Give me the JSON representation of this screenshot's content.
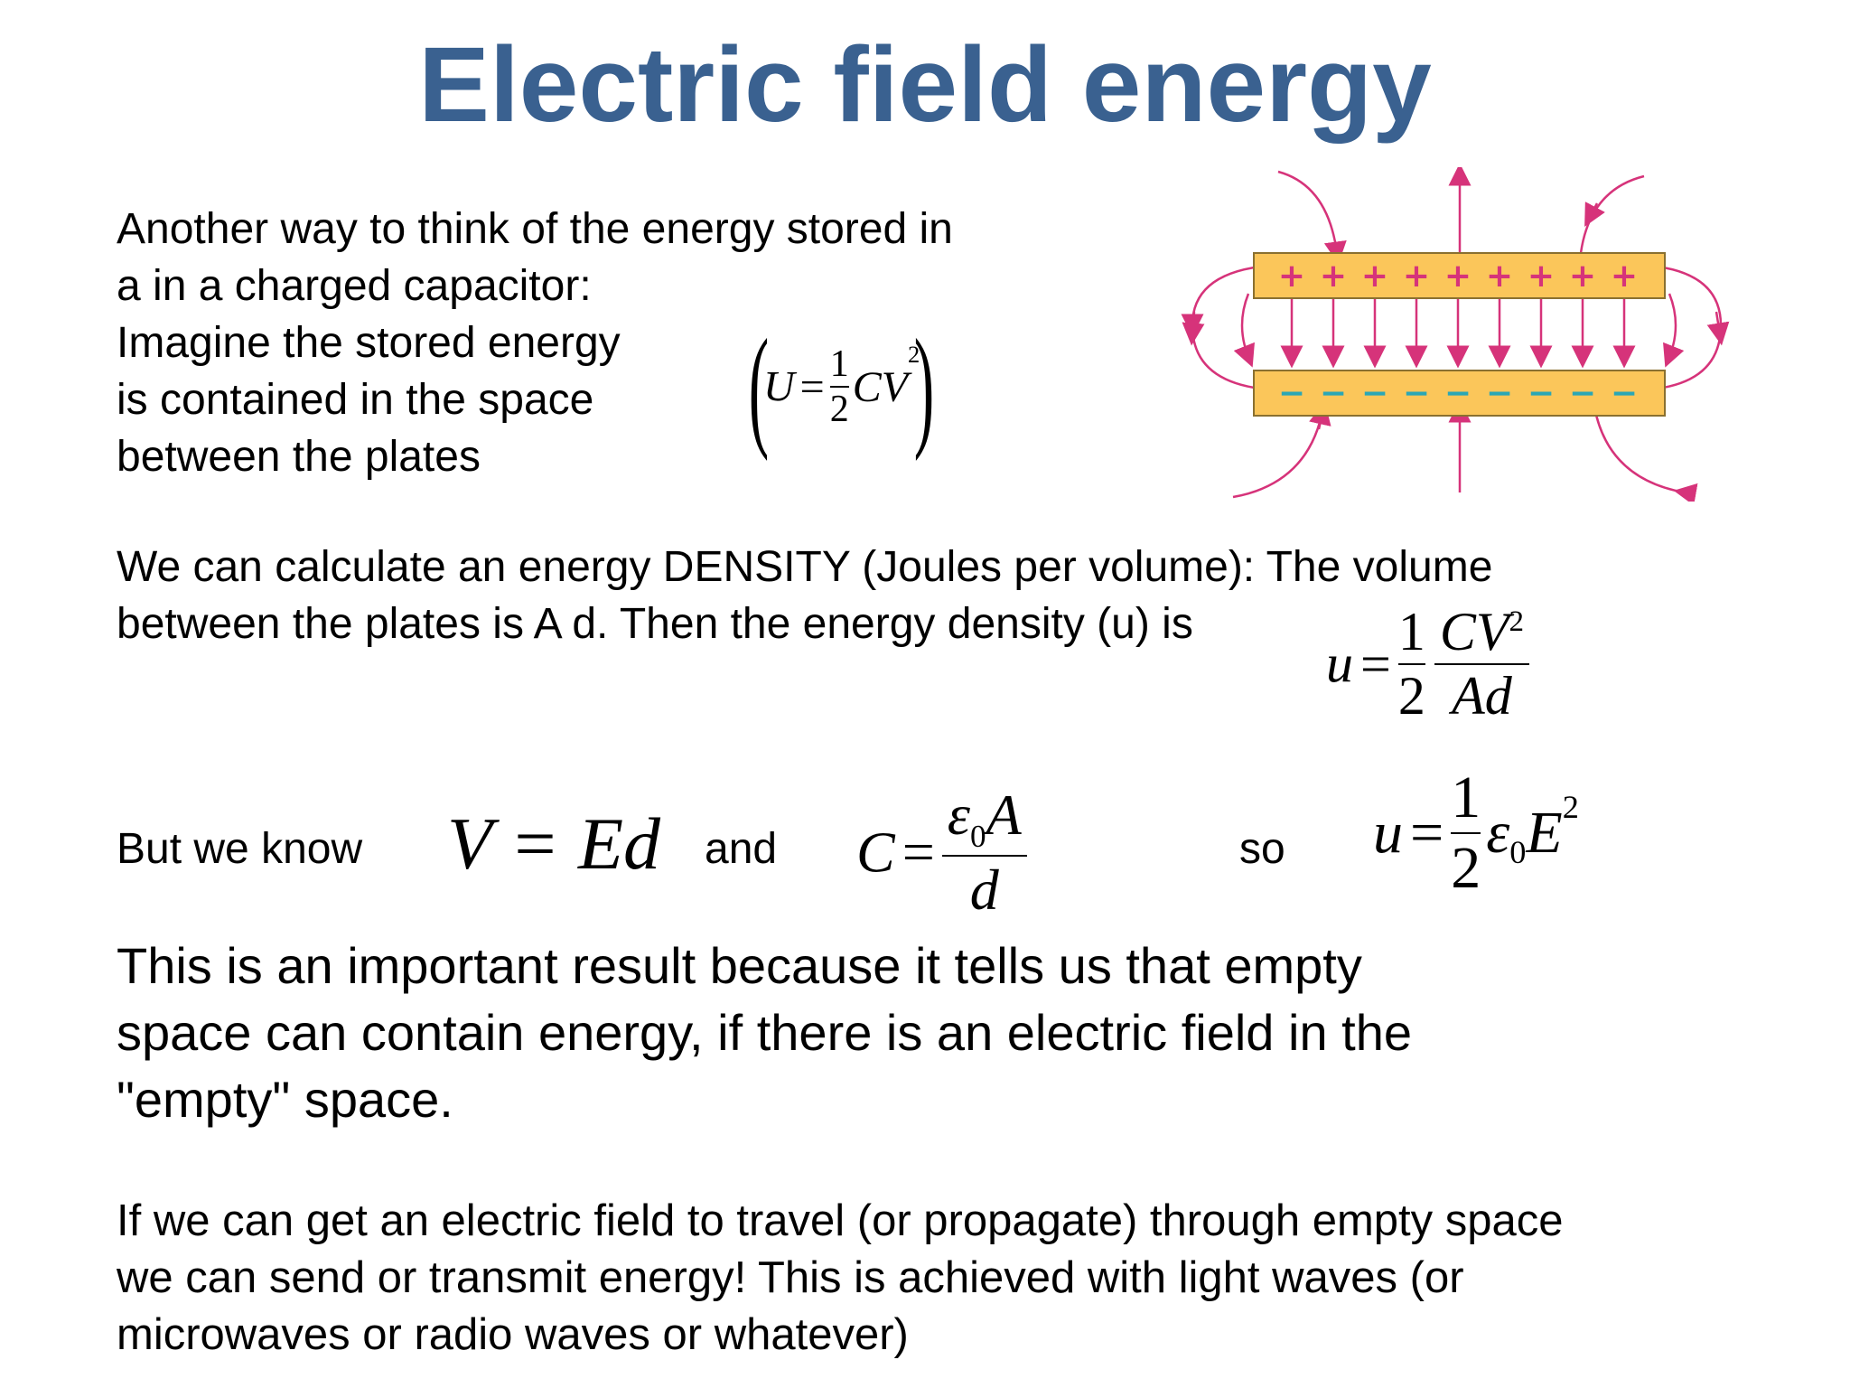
{
  "title": "Electric field energy",
  "para1": {
    "lines": [
      "Another way to think of the energy stored in",
      "a in a charged capacitor:",
      "Imagine the stored energy",
      "is contained in the space",
      "between the plates"
    ]
  },
  "eq_U": {
    "lhs": "U",
    "eq": "=",
    "num": "1",
    "den": "2",
    "rhs": "CV",
    "exp": "2"
  },
  "para2": {
    "lines": [
      "We can calculate an energy DENSITY (Joules per volume): The volume",
      "between the plates is A d. Then the energy density (u) is"
    ]
  },
  "eq_u1": {
    "lhs": "u",
    "eq": "=",
    "num": "1",
    "den": "2",
    "num2": "CV",
    "exp": "2",
    "den2": "Ad"
  },
  "row3": {
    "but_we_know": "But we know",
    "eq_V": "V = Ed",
    "and": "and",
    "eq_C": {
      "lhs": "C",
      "eq": "=",
      "num_eps": "ε",
      "num_sub": "0",
      "num_A": "A",
      "den": "d"
    },
    "so": "so",
    "eq_u2": {
      "lhs": "u",
      "eq": "=",
      "num": "1",
      "den": "2",
      "eps": "ε",
      "sub": "0",
      "E": "E",
      "exp": "2"
    }
  },
  "para3": {
    "lines": [
      "This is an important result because it tells us that empty",
      "space can contain energy, if there is an electric field in the",
      "\"empty\" space."
    ]
  },
  "para4": {
    "lines": [
      "If we can get an electric field to travel (or propagate) through empty space",
      "we can send or transmit energy! This is achieved with light waves (or",
      "microwaves or radio waves or whatever)"
    ]
  },
  "diagram": {
    "plus_signs": [
      "+",
      "+",
      "+",
      "+",
      "+",
      "+",
      "+",
      "+",
      "+"
    ],
    "minus_signs": [
      "−",
      "−",
      "−",
      "−",
      "−",
      "−",
      "−",
      "−",
      "−"
    ],
    "colors": {
      "plate": "#fbc65a",
      "plate_edge": "#8a7030",
      "field_line": "#d6337a",
      "minus": "#2aa7b5",
      "plus": "#d6337a"
    }
  }
}
